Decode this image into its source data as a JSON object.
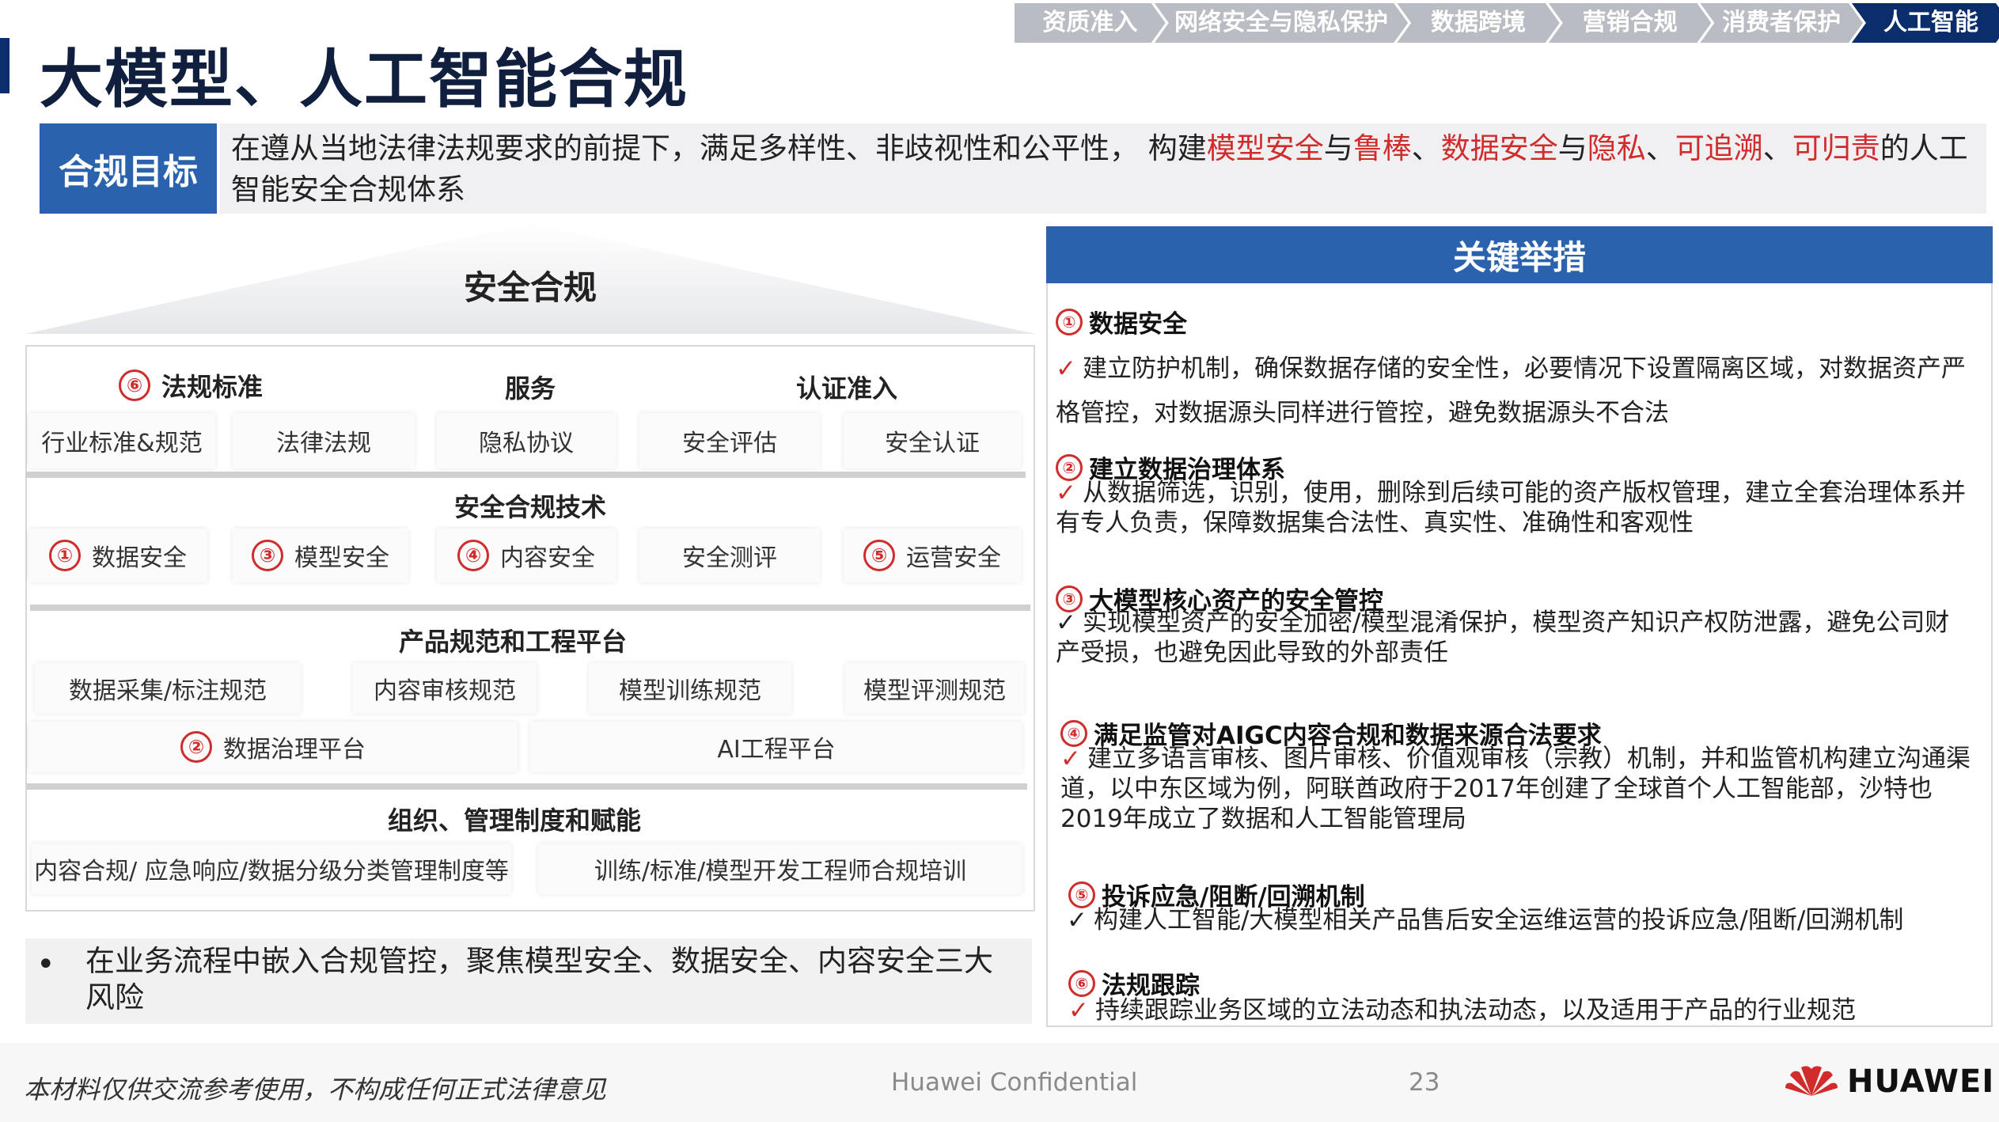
{
  "header": {
    "title": "大模型、人工智能合规",
    "nav_tabs": [
      "资质准入",
      "网络安全与隐私保护",
      "数据跨境",
      "营销合规",
      "消费者保护",
      "人工智能"
    ],
    "active_tab": "人工智能"
  },
  "goal": {
    "label": "合规目标",
    "segments": [
      {
        "text": "在遵从当地法律法规要求的前提下，满足多样性、非歧视性和公平性， 构建",
        "red": false
      },
      {
        "text": "模型安全",
        "red": true
      },
      {
        "text": "与",
        "red": false
      },
      {
        "text": "鲁棒",
        "red": true
      },
      {
        "text": "、",
        "red": false
      },
      {
        "text": "数据安全",
        "red": true
      },
      {
        "text": "与",
        "red": false
      },
      {
        "text": "隐私",
        "red": true
      },
      {
        "text": "、",
        "red": false
      },
      {
        "text": "可追溯",
        "red": true
      },
      {
        "text": "、",
        "red": false
      },
      {
        "text": "可归责",
        "red": true
      },
      {
        "text": "的人工智能安全合规体系",
        "red": false
      }
    ]
  },
  "left": {
    "title": "安全合规",
    "row1_heads": {
      "standards_num": "⑥",
      "standards": "法规标准",
      "service": "服务",
      "cert": "认证准入"
    },
    "row1_cells": [
      "行业标准&规范",
      "法律法规",
      "隐私协议",
      "安全评估",
      "安全认证"
    ],
    "tech_head": "安全合规技术",
    "tech_cells": [
      {
        "num": "①",
        "label": "数据安全"
      },
      {
        "num": "③",
        "label": "模型安全"
      },
      {
        "num": "④",
        "label": "内容安全"
      },
      {
        "num": "",
        "label": "安全测评"
      },
      {
        "num": "⑤",
        "label": "运营安全"
      }
    ],
    "product_head": "产品规范和工程平台",
    "product_cells": [
      "数据采集/标注规范",
      "内容审核规范",
      "模型训练规范",
      "模型评测规范"
    ],
    "platforms": [
      {
        "num": "②",
        "label": "数据治理平台"
      },
      {
        "num": "",
        "label": "AI工程平台"
      }
    ],
    "org_head": "组织、管理制度和赋能",
    "org_cells": [
      "内容合规/ 应急响应/数据分级分类管理制度等",
      "训练/标准/模型开发工程师合规培训"
    ],
    "bullet": "在业务流程中嵌入合规管控，聚焦模型安全、数据安全、内容安全三大风险"
  },
  "right": {
    "title": "关键举措",
    "measures": [
      {
        "num": "①",
        "title": "数据安全",
        "body": "建立防护机制，确保数据存储的安全性，必要情况下设置隔离区域，对数据资产严格管控，对数据源头同样进行管控，避免数据源头不合法"
      },
      {
        "num": "②",
        "title": "建立数据治理体系",
        "body": "从数据筛选，识别，使用，删除到后续可能的资产版权管理，建立全套治理体系并有专人负责，保障数据集合法性、真实性、准确性和客观性"
      },
      {
        "num": "③",
        "title": "大模型核心资产的安全管控",
        "body": "实现模型资产的安全加密/模型混淆保护，模型资产知识产权防泄露，避免公司财产受损，也避免因此导致的外部责任"
      },
      {
        "num": "④",
        "title": "满足监管对AIGC内容合规和数据来源合法要求",
        "body": "建立多语言审核、图片审核、价值观审核（宗教）机制，并和监管机构建立沟通渠道，以中东区域为例，阿联酋政府于2017年创建了全球首个人工智能部，沙特也2019年成立了数据和人工智能管理局"
      },
      {
        "num": "⑤",
        "title": "投诉应急/阻断/回溯机制",
        "body": "构建人工智能/大模型相关产品售后安全运维运营的投诉应急/阻断/回溯机制"
      },
      {
        "num": "⑥",
        "title": "法规跟踪",
        "body": "持续跟踪业务区域的立法动态和执法动态，以及适用于产品的行业规范"
      }
    ]
  },
  "footer": {
    "disclaimer": "本材料仅供交流参考使用，不构成任何正式法律意见",
    "confidential": "Huawei Confidential",
    "page": "23",
    "logo_text": "HUAWEI"
  },
  "colors": {
    "navy": "#0c2d6b",
    "blue": "#2b62ad",
    "red": "#d12c2c",
    "nav_gray": "#b9bcc2"
  }
}
